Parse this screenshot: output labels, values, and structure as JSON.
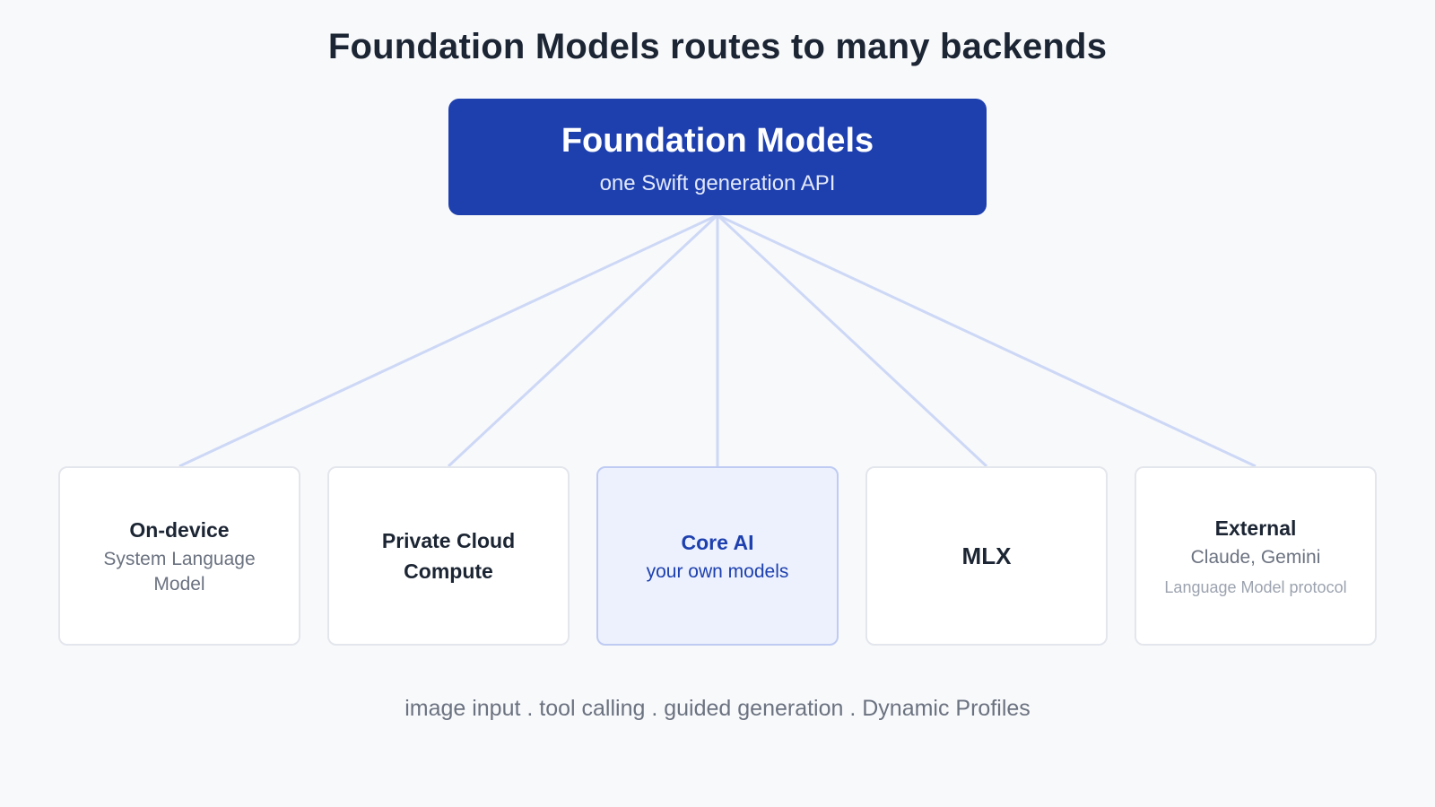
{
  "title": "Foundation Models routes to many backends",
  "hub": {
    "title": "Foundation Models",
    "subtitle": "one Swift generation API"
  },
  "backends": [
    {
      "title": "On-device",
      "subtitle": "System Language Model"
    },
    {
      "title": "Private Cloud Compute"
    },
    {
      "title": "Core AI",
      "subtitle": "your own models"
    },
    {
      "title": "MLX"
    },
    {
      "title": "External",
      "subtitle": "Claude, Gemini",
      "note": "Language Model protocol"
    }
  ],
  "footer": "image input . tool calling . guided generation . Dynamic Profiles",
  "colors": {
    "hub_fill": "#1e40af",
    "connector": "#cdd8f6",
    "highlight_fill": "#ecf1fd",
    "highlight_border": "#bfcbf2"
  }
}
